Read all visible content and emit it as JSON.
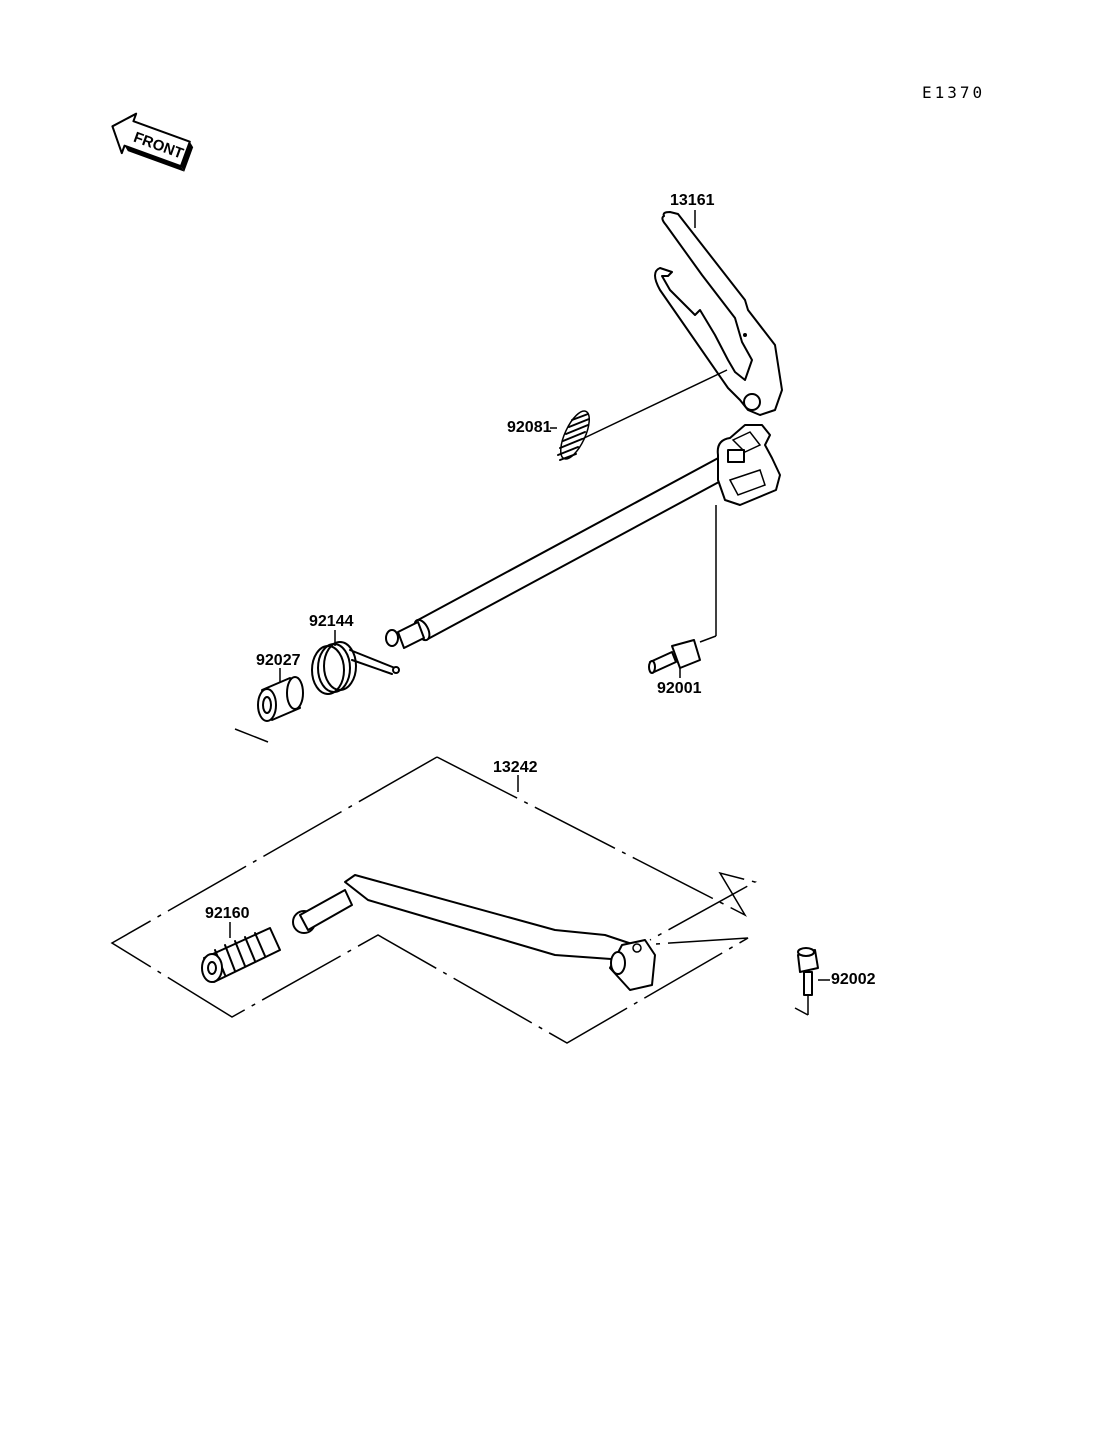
{
  "diagram": {
    "code": "E1370",
    "front_marker": "FRONT",
    "parts": [
      {
        "number": "13161",
        "name": "shift-arm-bracket"
      },
      {
        "number": "92081",
        "name": "spring"
      },
      {
        "number": "92144",
        "name": "return-spring"
      },
      {
        "number": "92027",
        "name": "collar"
      },
      {
        "number": "92001",
        "name": "pin-bolt"
      },
      {
        "number": "13242",
        "name": "shift-pedal"
      },
      {
        "number": "92160",
        "name": "pedal-rubber"
      },
      {
        "number": "92002",
        "name": "bolt"
      }
    ]
  }
}
